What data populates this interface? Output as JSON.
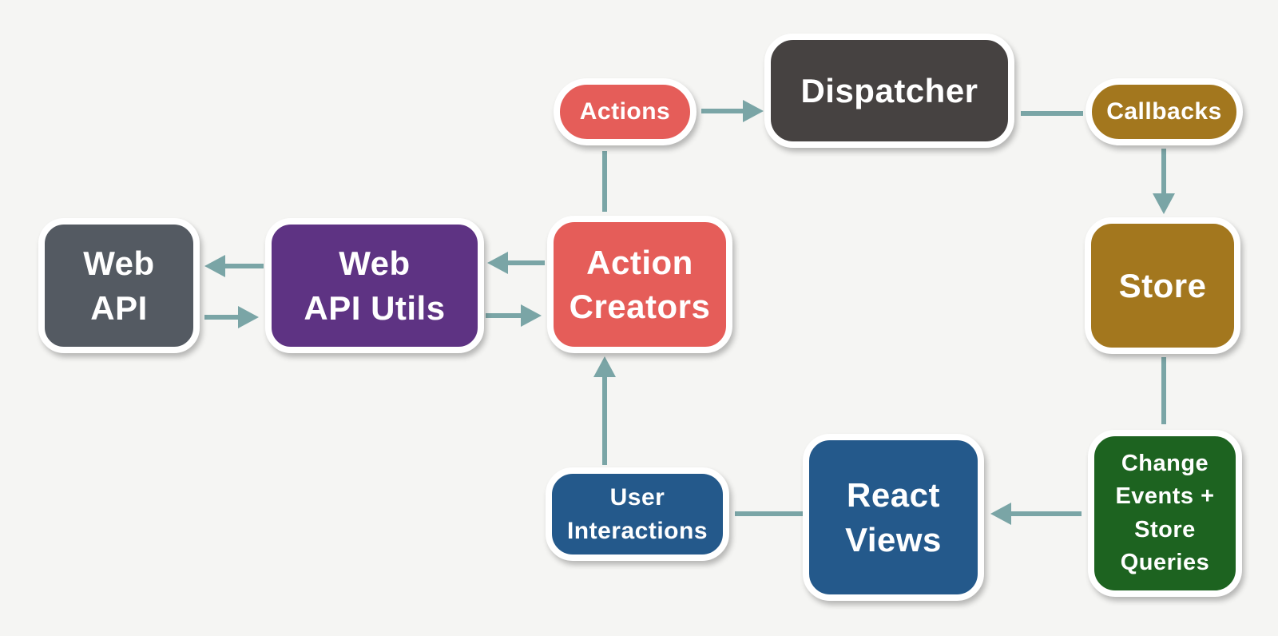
{
  "colors": {
    "background": "#F5F5F3",
    "red": "#E55D59",
    "dark_gray": "#464241",
    "slate_gray": "#545A62",
    "purple": "#5E3383",
    "gold": "#A3771E",
    "green": "#1D6320",
    "blue": "#24598B",
    "arrow": "#7AA5A6",
    "node_text": "#FFFFFF",
    "node_border": "#FFFFFF"
  },
  "diagram": {
    "nodes": [
      {
        "id": "web-api",
        "label": "Web\nAPI",
        "color": "slate_gray"
      },
      {
        "id": "web-api-utils",
        "label": "Web\nAPI Utils",
        "color": "purple"
      },
      {
        "id": "action-creators",
        "label": "Action\nCreators",
        "color": "red"
      },
      {
        "id": "actions",
        "label": "Actions",
        "color": "red"
      },
      {
        "id": "dispatcher",
        "label": "Dispatcher",
        "color": "dark_gray"
      },
      {
        "id": "callbacks",
        "label": "Callbacks",
        "color": "gold"
      },
      {
        "id": "store",
        "label": "Store",
        "color": "gold"
      },
      {
        "id": "change-events",
        "label": "Change\nEvents +\nStore\nQueries",
        "color": "green"
      },
      {
        "id": "react-views",
        "label": "React\nViews",
        "color": "blue"
      },
      {
        "id": "user-interactions",
        "label": "User\nInteractions",
        "color": "blue"
      }
    ],
    "edges": [
      {
        "from": "actions",
        "to": "dispatcher",
        "arrowhead": true
      },
      {
        "from": "dispatcher",
        "to": "callbacks",
        "arrowhead": false
      },
      {
        "from": "callbacks",
        "to": "store",
        "arrowhead": true
      },
      {
        "from": "store",
        "to": "change-events",
        "arrowhead": false
      },
      {
        "from": "change-events",
        "to": "react-views",
        "arrowhead": true
      },
      {
        "from": "react-views",
        "to": "user-interactions",
        "arrowhead": false
      },
      {
        "from": "user-interactions",
        "to": "action-creators",
        "arrowhead": true
      },
      {
        "from": "action-creators",
        "to": "actions",
        "arrowhead": false
      },
      {
        "from": "action-creators",
        "to": "web-api-utils",
        "arrowhead": true
      },
      {
        "from": "web-api-utils",
        "to": "action-creators",
        "arrowhead": true
      },
      {
        "from": "web-api-utils",
        "to": "web-api",
        "arrowhead": true
      },
      {
        "from": "web-api",
        "to": "web-api-utils",
        "arrowhead": true
      }
    ]
  }
}
